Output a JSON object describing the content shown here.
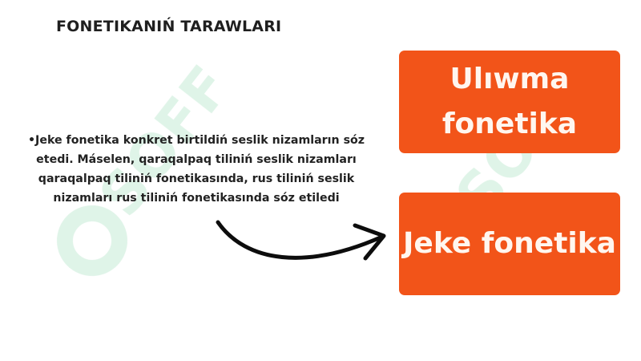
{
  "page": {
    "title": "FONETIKANIŃ TARAWLARI",
    "body_text": "•Jeke fonetika konkret birtildiń seslik nizamların sóz etedi. Máselen, qaraqalpaq tiliniń seslik nizamları qaraqalpaq tiliniń fonetikasında, rus tiliniń seslik nizamları rus tiliniń fonetikasında sóz etiledi"
  },
  "cards": [
    {
      "label": "Ulıwma fonetika"
    },
    {
      "label": "Jeke fonetika"
    }
  ],
  "watermark": {
    "text": "SOFF"
  },
  "colors": {
    "accent": "#f25419",
    "card_text": "#fff6ef",
    "text": "#222222",
    "watermark": "#c7ead6"
  },
  "icons": {
    "arrow": "curved-arrow-right-icon"
  }
}
